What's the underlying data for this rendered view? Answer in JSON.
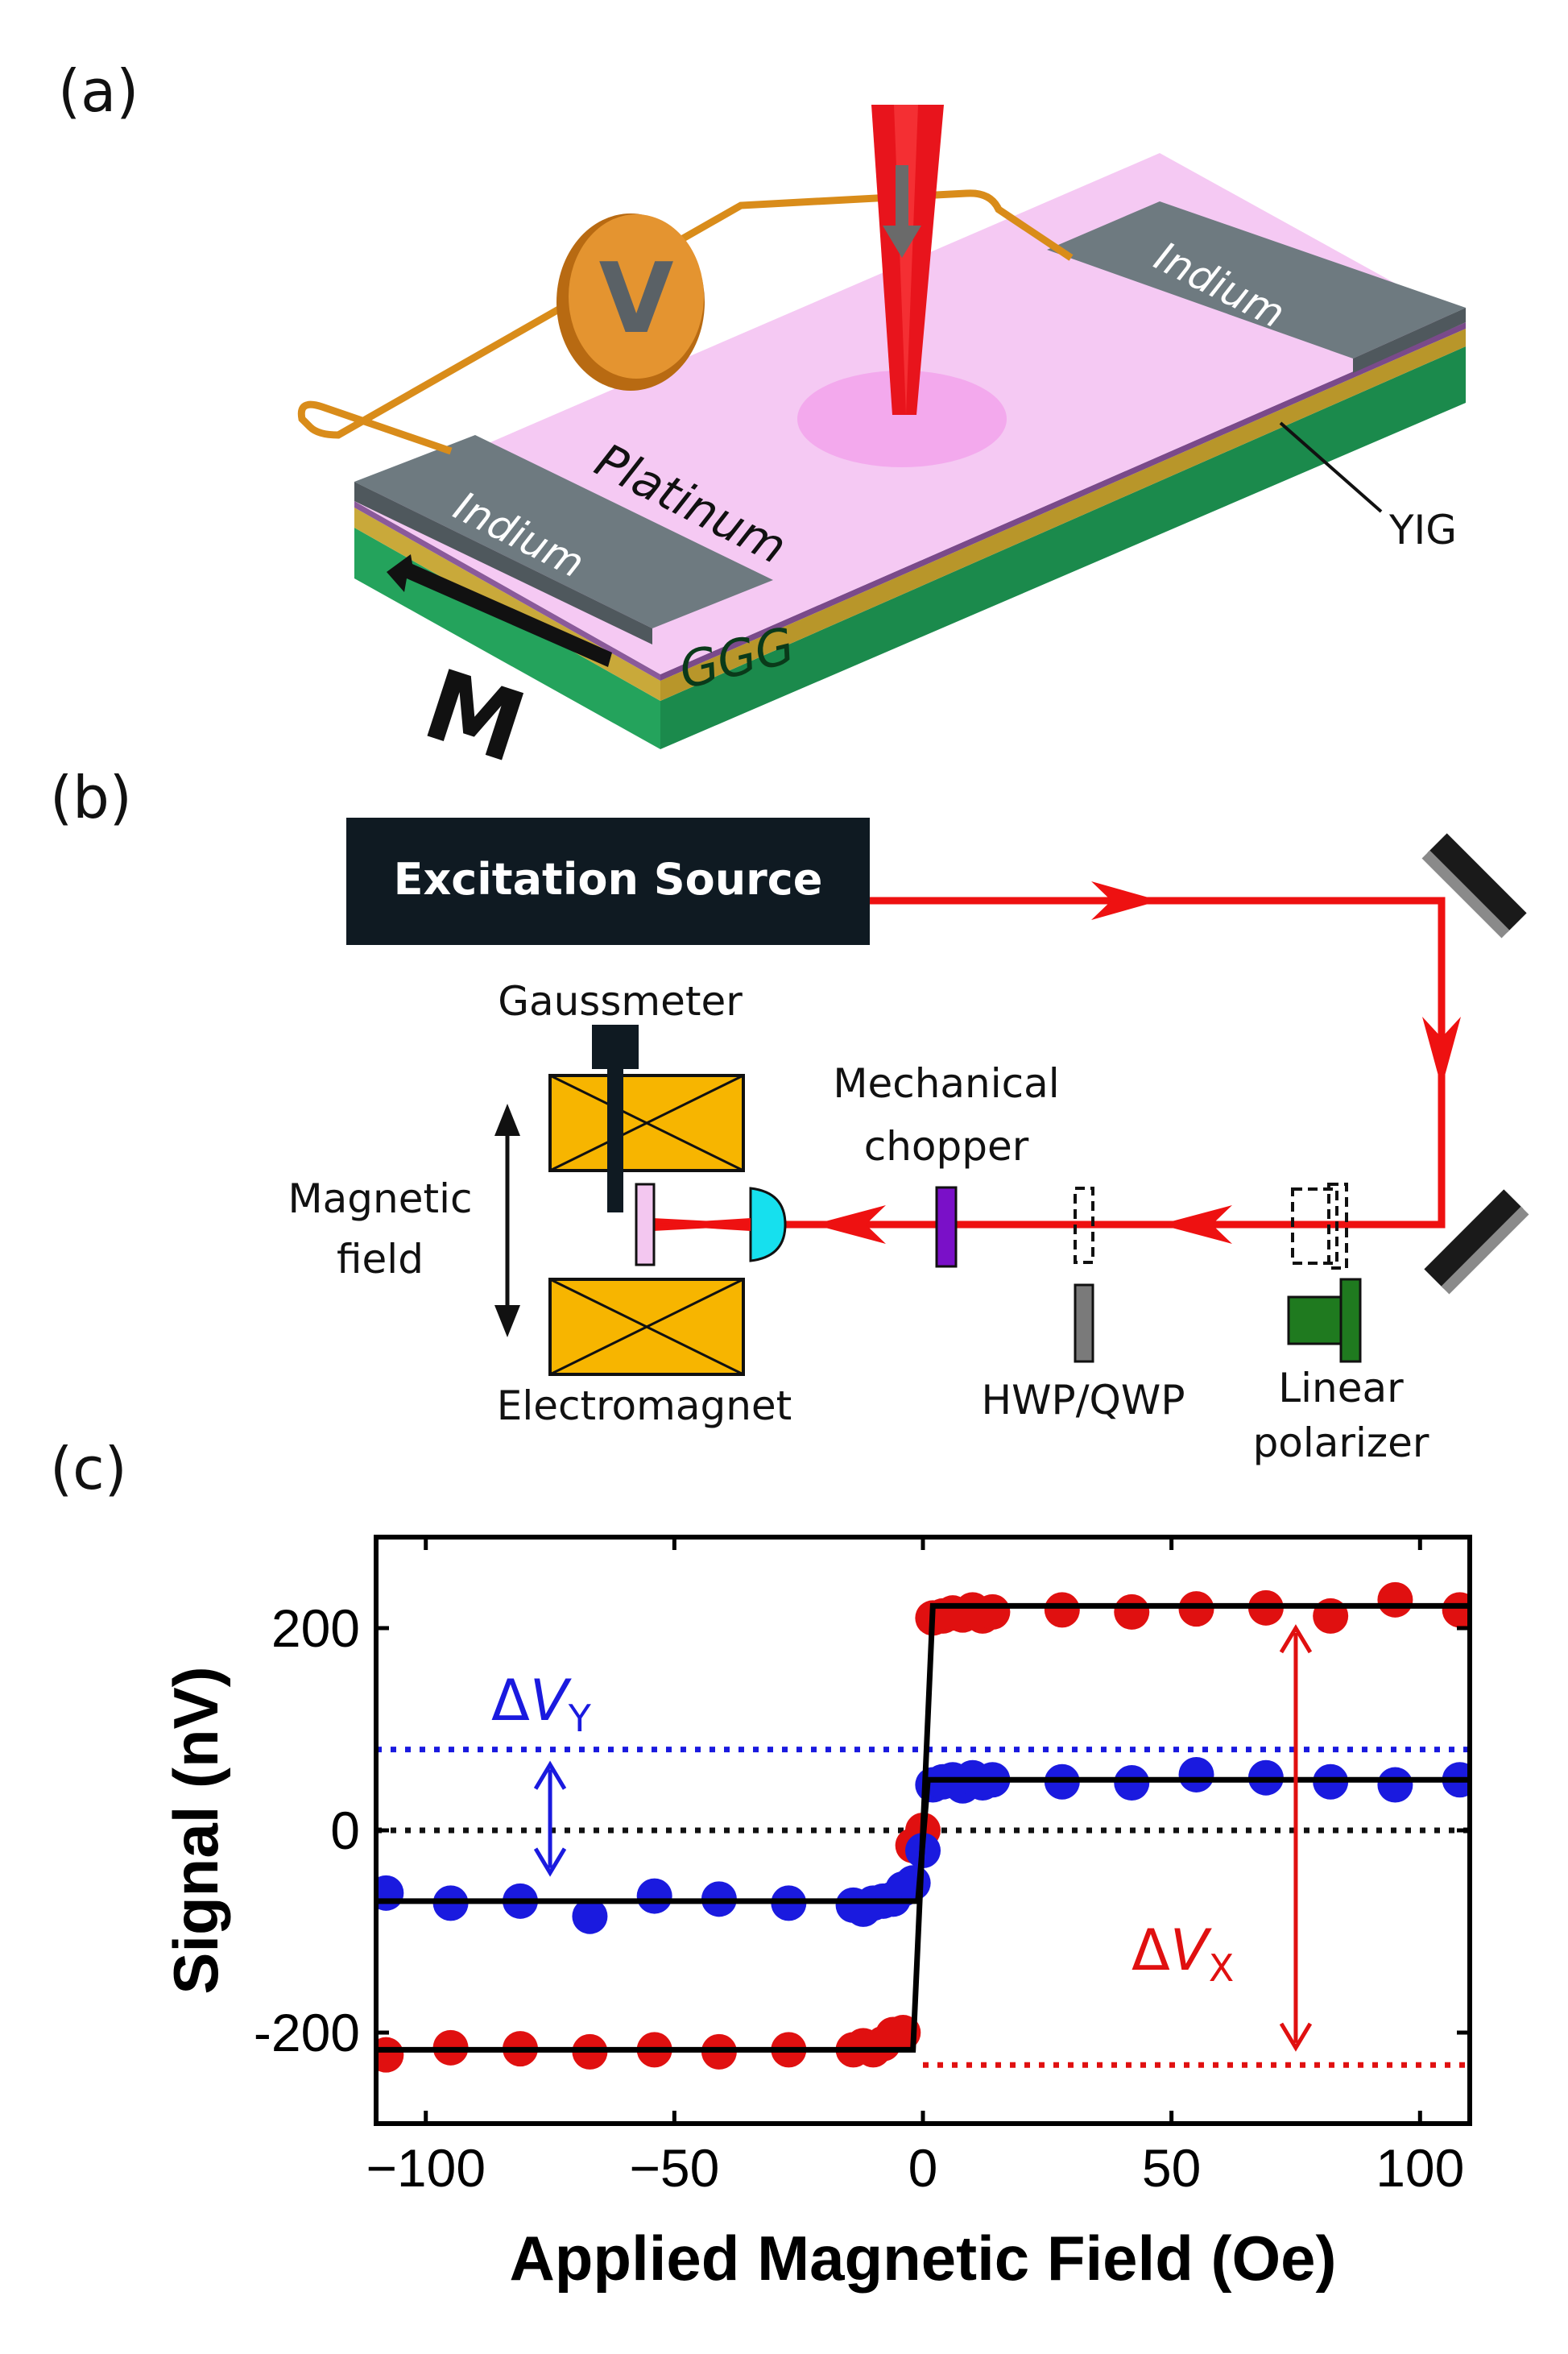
{
  "panels": {
    "a": "(a)",
    "b": "(b)",
    "c": "(c)"
  },
  "panel_a": {
    "voltmeter": "V",
    "left_contact": "Indium",
    "right_contact": "Indium",
    "film": "Platinum",
    "substrate": "GGG",
    "magnet_layer": "YIG",
    "magnetization": "M",
    "colors": {
      "platinum": "#f5c9f3",
      "yig": "#c9a93a",
      "ggg": "#24a35c",
      "indium": "#6e7a80",
      "wire": "#d98c1a",
      "beam": "#e8141c"
    }
  },
  "panel_b": {
    "source": "Excitation Source",
    "gaussmeter": "Gaussmeter",
    "field_line1": "Magnetic",
    "field_line2": "field",
    "electromagnet": "Electromagnet",
    "chopper_line1": "Mechanical",
    "chopper_line2": "chopper",
    "waveplate": "HWP/QWP",
    "polarizer_line1": "Linear",
    "polarizer_line2": "polarizer",
    "colors": {
      "beam": "#ee1111",
      "magnet": "#f7b500",
      "chopper": "#7a10c8",
      "lens": "#16e0ee",
      "polarizer": "#1f7a1f",
      "sample": "#f3c7f0"
    }
  },
  "chart_data": {
    "type": "scatter",
    "xlabel": "Applied Magnetic Field (Oe)",
    "ylabel": "Signal (nV)",
    "xlim": [
      -110,
      110
    ],
    "ylim": [
      -290,
      290
    ],
    "xticks": [
      -100,
      -50,
      0,
      50,
      100
    ],
    "yticks": [
      -200,
      0,
      200
    ],
    "xtick_labels": [
      "−100",
      "−50",
      "0",
      "50",
      "100"
    ],
    "ytick_labels": [
      "-200",
      "0",
      "200"
    ],
    "annotations": {
      "dVY": {
        "sym": "Δ",
        "var": "V",
        "sub": "Y",
        "color": "#1a1adf"
      },
      "dVX": {
        "sym": "Δ",
        "var": "V",
        "sub": "X",
        "color": "#e01010"
      }
    },
    "reference_lines": {
      "blue_dotted": 80,
      "black_dotted": 0,
      "red_dotted": -232
    },
    "series": [
      {
        "color": "#e01010",
        "points": [
          [
            -108,
            -222
          ],
          [
            -95,
            -215
          ],
          [
            -81,
            -216
          ],
          [
            -67,
            -219
          ],
          [
            -54,
            -217
          ],
          [
            -41,
            -219
          ],
          [
            -27,
            -217
          ],
          [
            -14,
            -217
          ],
          [
            -12,
            -213
          ],
          [
            -10,
            -217
          ],
          [
            -8,
            -211
          ],
          [
            -6,
            -202
          ],
          [
            -4,
            -200
          ],
          [
            -2,
            -15
          ],
          [
            0,
            0
          ],
          [
            2,
            210
          ],
          [
            4,
            212
          ],
          [
            6,
            215
          ],
          [
            8,
            213
          ],
          [
            10,
            218
          ],
          [
            12,
            212
          ],
          [
            14,
            216
          ],
          [
            28,
            218
          ],
          [
            42,
            216
          ],
          [
            55,
            219
          ],
          [
            69,
            220
          ],
          [
            82,
            212
          ],
          [
            95,
            228
          ],
          [
            108,
            218
          ]
        ],
        "fit": [
          [
            -110,
            -217
          ],
          [
            -2,
            -217
          ],
          [
            0,
            0
          ],
          [
            2,
            222
          ],
          [
            110,
            222
          ]
        ]
      },
      {
        "color": "#1a1adf",
        "points": [
          [
            -108,
            -62
          ],
          [
            -95,
            -72
          ],
          [
            -81,
            -70
          ],
          [
            -67,
            -85
          ],
          [
            -54,
            -65
          ],
          [
            -41,
            -68
          ],
          [
            -27,
            -72
          ],
          [
            -14,
            -74
          ],
          [
            -12,
            -78
          ],
          [
            -10,
            -72
          ],
          [
            -8,
            -70
          ],
          [
            -6,
            -68
          ],
          [
            -4,
            -58
          ],
          [
            -2,
            -52
          ],
          [
            0,
            -20
          ],
          [
            2,
            45
          ],
          [
            4,
            48
          ],
          [
            6,
            50
          ],
          [
            8,
            44
          ],
          [
            10,
            52
          ],
          [
            12,
            47
          ],
          [
            14,
            50
          ],
          [
            28,
            48
          ],
          [
            42,
            47
          ],
          [
            55,
            55
          ],
          [
            69,
            52
          ],
          [
            82,
            48
          ],
          [
            95,
            45
          ],
          [
            108,
            50
          ]
        ],
        "fit": [
          [
            -110,
            -70
          ],
          [
            -1,
            -70
          ],
          [
            1,
            50
          ],
          [
            110,
            50
          ]
        ]
      }
    ]
  }
}
